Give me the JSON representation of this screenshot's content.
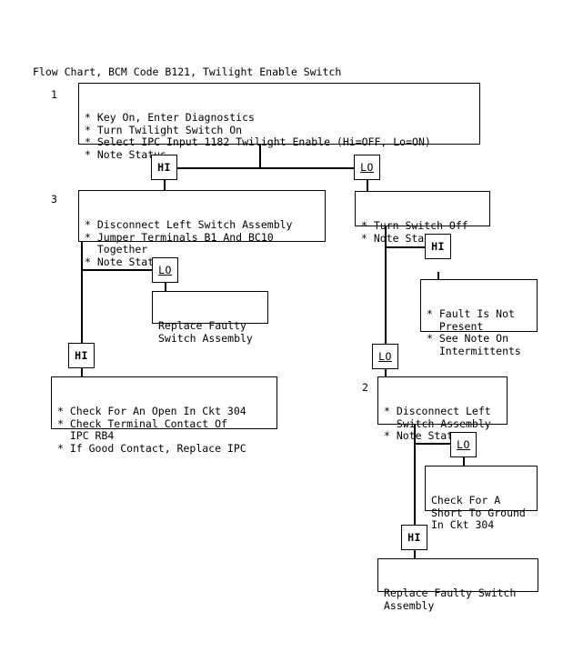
{
  "chart_data": {
    "type": "diagram",
    "title": "Flow Chart, BCM Code B121, Twilight Enable Switch",
    "nodes": [
      {
        "id": "n1",
        "step": "1",
        "text": "* Key On, Enter Diagnostics\n* Turn Twilight Switch On\n* Select IPC Input 1182 Twilight Enable (Hi=OFF, Lo=ON)\n* Note Status"
      },
      {
        "id": "n3",
        "step": "3",
        "text": "* Disconnect Left Switch Assembly\n* Jumper Terminals B1 And BC10\n  Together\n* Note Status"
      },
      {
        "id": "n_turn_off",
        "step": "",
        "text": "* Turn Switch Off\n* Note Status"
      },
      {
        "id": "n_fault",
        "step": "",
        "text": "* Fault Is Not\n  Present\n* See Note On\n  Intermittents"
      },
      {
        "id": "n_replace_left",
        "step": "",
        "text": "Replace Faulty\nSwitch Assembly"
      },
      {
        "id": "n_check_open",
        "step": "",
        "text": "* Check For An Open In Ckt 304\n* Check Terminal Contact Of\n  IPC RB4\n* If Good Contact, Replace IPC"
      },
      {
        "id": "n2",
        "step": "2",
        "text": "* Disconnect Left\n  Switch Assembly\n* Note Status"
      },
      {
        "id": "n_short",
        "step": "",
        "text": "Check For A\nShort To Ground\nIn Ckt 304"
      },
      {
        "id": "n_replace_bottom",
        "step": "",
        "text": "Replace Faulty Switch\nAssembly"
      }
    ],
    "branch_labels": [
      {
        "id": "b_hi_1",
        "text": "HI"
      },
      {
        "id": "b_lo_1",
        "text": "LO"
      },
      {
        "id": "b_hi_right",
        "text": "HI"
      },
      {
        "id": "b_lo_left",
        "text": "LO"
      },
      {
        "id": "b_hi_left",
        "text": "HI"
      },
      {
        "id": "b_lo_right",
        "text": "LO"
      },
      {
        "id": "b_lo_bottom",
        "text": "LO"
      },
      {
        "id": "b_hi_bottom",
        "text": "HI"
      }
    ],
    "colors": {
      "stroke": "#000000",
      "background": "#ffffff",
      "text": "#000000"
    }
  }
}
